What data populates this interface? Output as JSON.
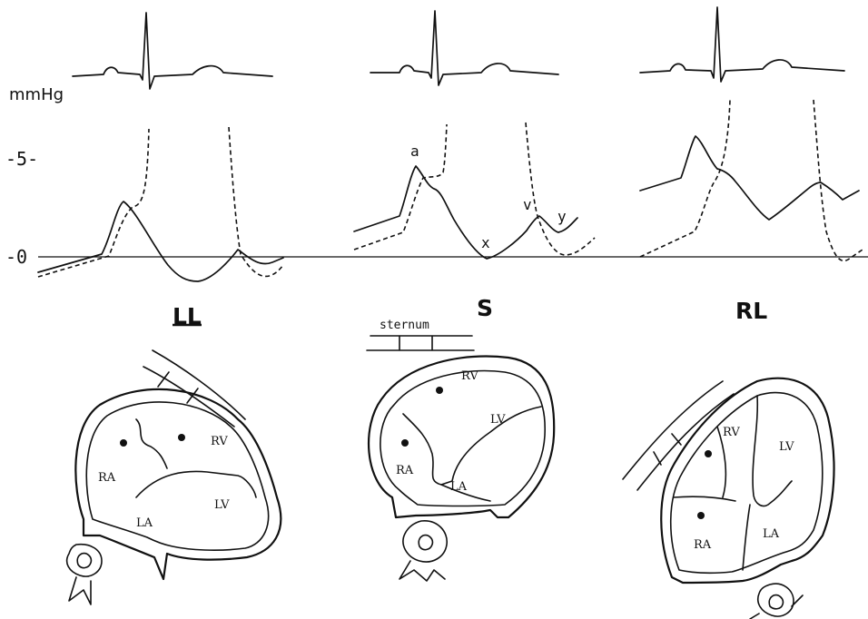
{
  "axis": {
    "unit": "mmHg",
    "tick_5": "-5-",
    "tick_0": "-0"
  },
  "waves": {
    "a": "a",
    "x": "x",
    "v": "v",
    "y": "y"
  },
  "positions": {
    "left_lateral": "LL",
    "supine": "S",
    "right_lateral": "RL"
  },
  "chambers": {
    "ra": "RA",
    "rv": "RV",
    "la": "LA",
    "lv": "LV"
  },
  "structures": {
    "sternum": "sternum"
  }
}
